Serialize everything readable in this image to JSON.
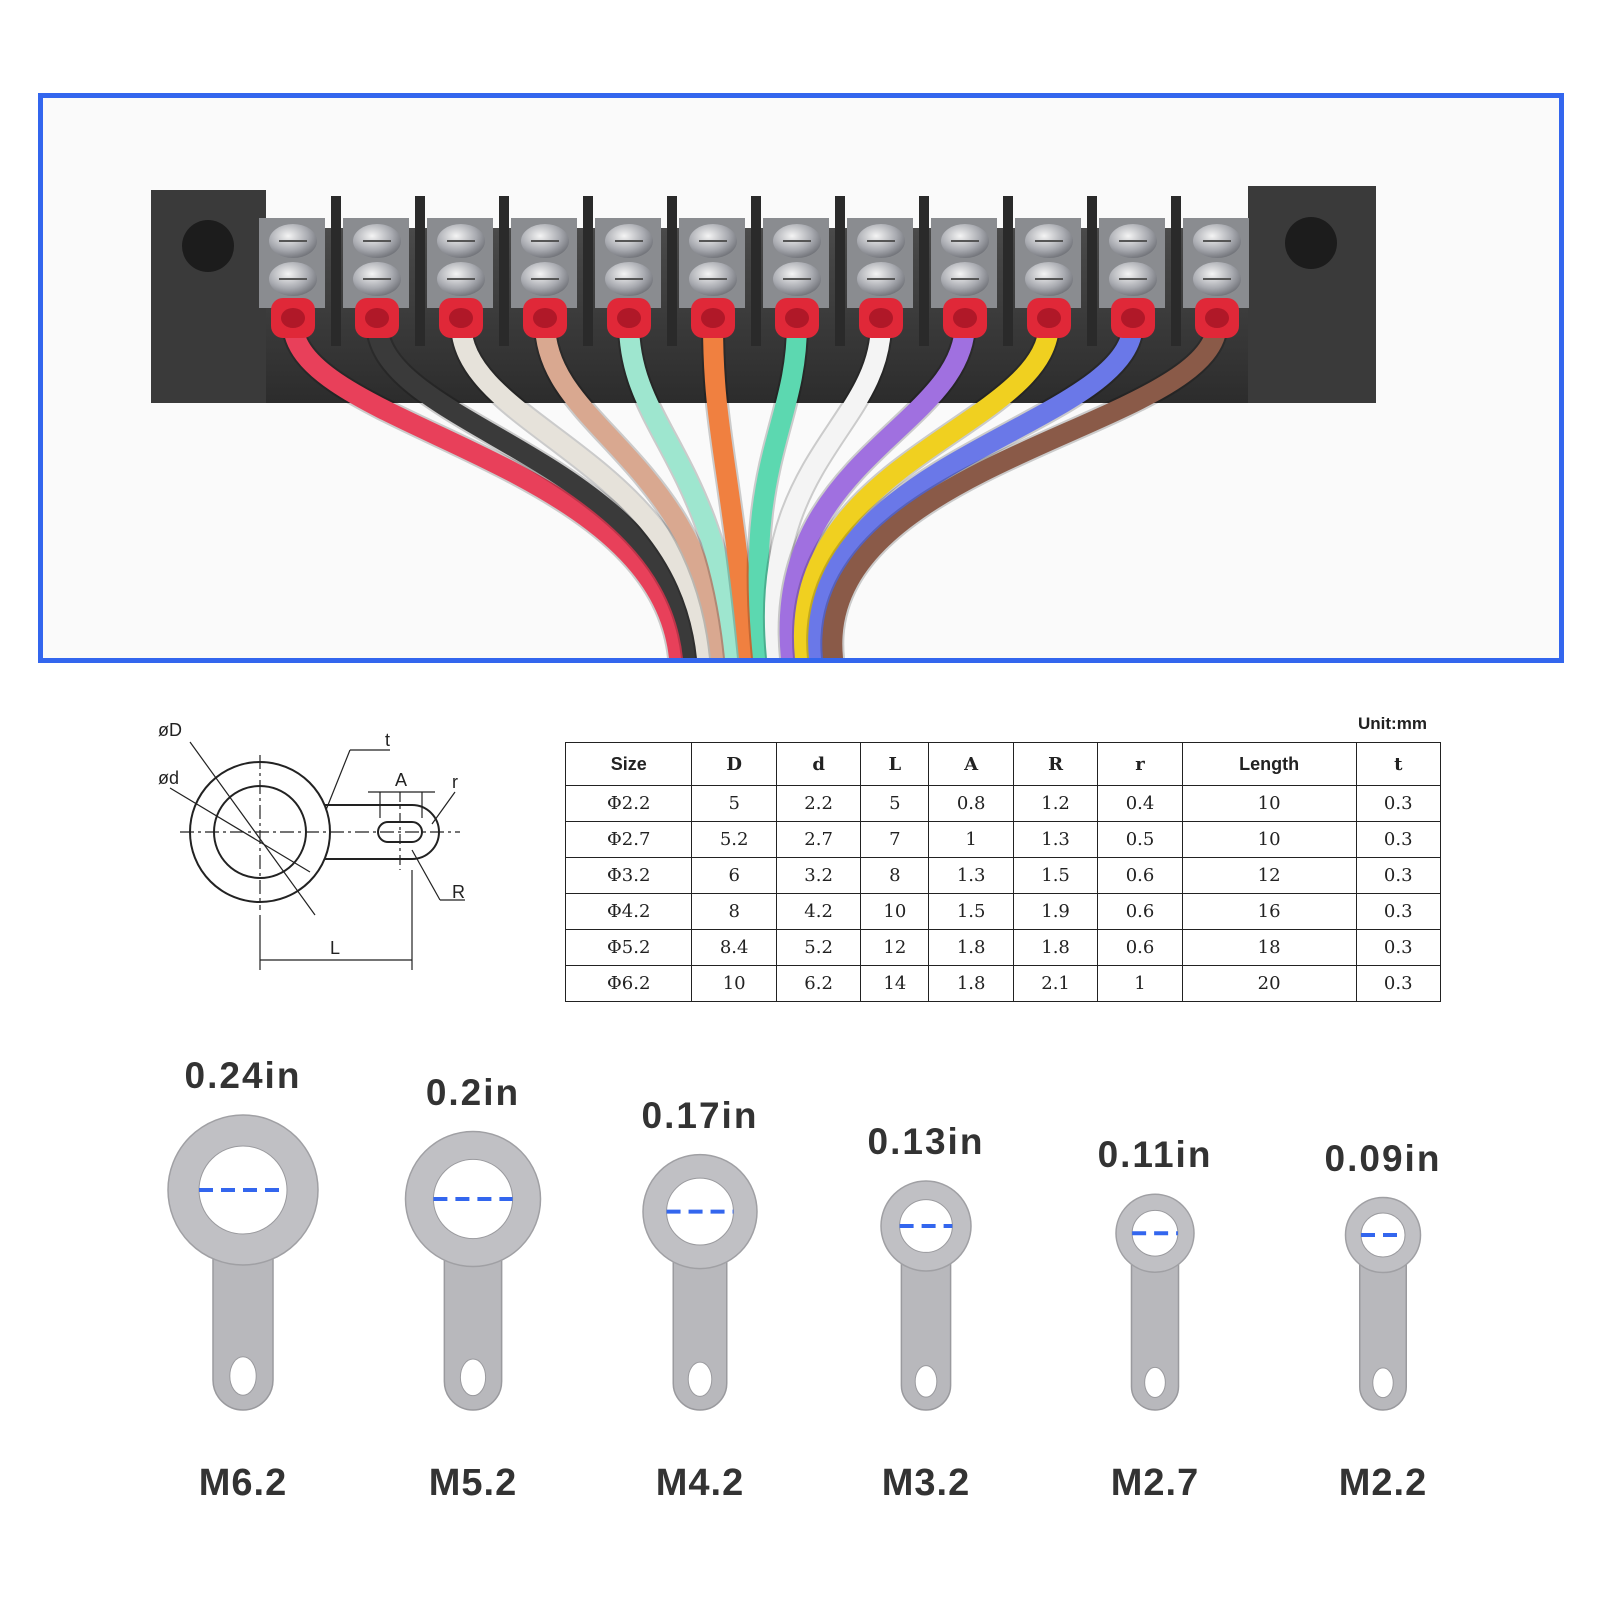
{
  "drawing": {
    "labels": {
      "outer_dia": "øD",
      "inner_dia": "ød",
      "thickness": "t",
      "slot_width": "A",
      "slot_radius": "r",
      "outer_radius": "R",
      "length": "L"
    }
  },
  "table": {
    "unit": "Unit:mm",
    "headers": [
      "Size",
      "D",
      "d",
      "L",
      "A",
      "R",
      "r",
      "Length",
      "t"
    ],
    "rows": [
      [
        "Φ2.2",
        "5",
        "2.2",
        "5",
        "0.8",
        "1.2",
        "0.4",
        "10",
        "0.3"
      ],
      [
        "Φ2.7",
        "5.2",
        "2.7",
        "7",
        "1",
        "1.3",
        "0.5",
        "10",
        "0.3"
      ],
      [
        "Φ3.2",
        "6",
        "3.2",
        "8",
        "1.3",
        "1.5",
        "0.6",
        "12",
        "0.3"
      ],
      [
        "Φ4.2",
        "8",
        "4.2",
        "10",
        "1.5",
        "1.9",
        "0.6",
        "16",
        "0.3"
      ],
      [
        "Φ5.2",
        "8.4",
        "5.2",
        "12",
        "1.8",
        "1.8",
        "0.6",
        "18",
        "0.3"
      ],
      [
        "Φ6.2",
        "10",
        "6.2",
        "14",
        "1.8",
        "2.1",
        "1",
        "20",
        "0.3"
      ]
    ]
  },
  "lugs": [
    {
      "size": "0.24in",
      "name": "M6.2"
    },
    {
      "size": "0.2in",
      "name": "M5.2"
    },
    {
      "size": "0.17in",
      "name": "M4.2"
    },
    {
      "size": "0.13in",
      "name": "M3.2"
    },
    {
      "size": "0.11in",
      "name": "M2.7"
    },
    {
      "size": "0.09in",
      "name": "M2.2"
    }
  ],
  "colors": {
    "frame": "#3366ee",
    "dash": "#3366ee",
    "wires": [
      "#e8405a",
      "#3a3a3a",
      "#e6e2da",
      "#d9a890",
      "#9ee6cf",
      "#f08040",
      "#5cd8b0",
      "#f4f4f4",
      "#a070e0",
      "#f0d020",
      "#6a78e8",
      "#8a5a48"
    ]
  }
}
